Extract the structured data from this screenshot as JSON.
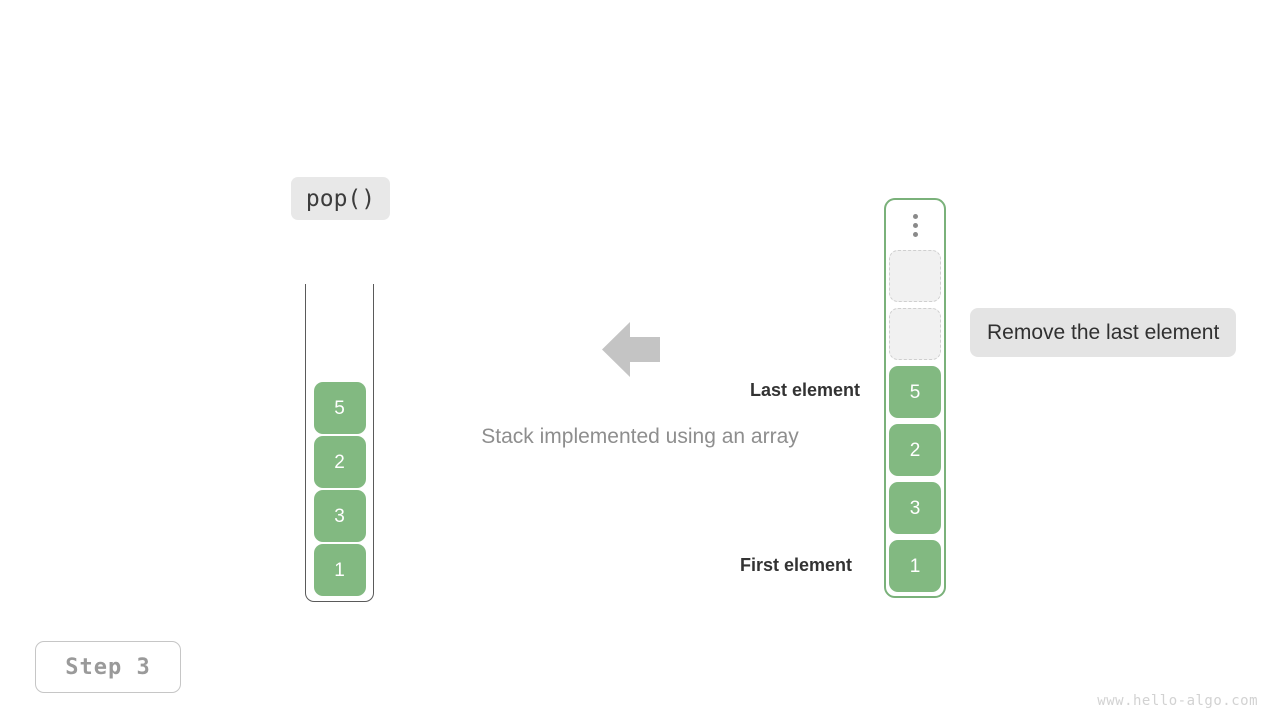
{
  "operation": {
    "label": "pop()"
  },
  "caption": {
    "text": "Stack implemented using an array"
  },
  "left_stack": {
    "name": "stack-abstract-view",
    "cells": [
      "5",
      "2",
      "3",
      "1"
    ]
  },
  "right_stack": {
    "name": "array-backing-view",
    "ellipsis_icon": "vertical-ellipsis-icon",
    "empty_slots": 2,
    "cells": [
      "5",
      "2",
      "3",
      "1"
    ]
  },
  "annotations": {
    "last_element": "Last element",
    "first_element": "First element"
  },
  "tooltip": {
    "text": "Remove the last element"
  },
  "arrow": {
    "icon": "arrow-left-icon",
    "direction": "left"
  },
  "step_badge": {
    "label": "Step 3"
  },
  "watermark": {
    "text": "www.hello-algo.com"
  },
  "colors": {
    "cell_green": "#82b981",
    "container_green": "#7ab17a",
    "empty_cell_fill": "#f1f1f1",
    "empty_cell_border": "#cfcfcf",
    "label_bg": "#e8e8e8",
    "tooltip_bg": "#e4e4e4",
    "arrow_gray": "#c4c4c4",
    "caption_gray": "#8e8e8e",
    "annotation_dark": "#333333",
    "step_gray": "#9a9a9a",
    "watermark_gray": "#d2d2d2"
  }
}
